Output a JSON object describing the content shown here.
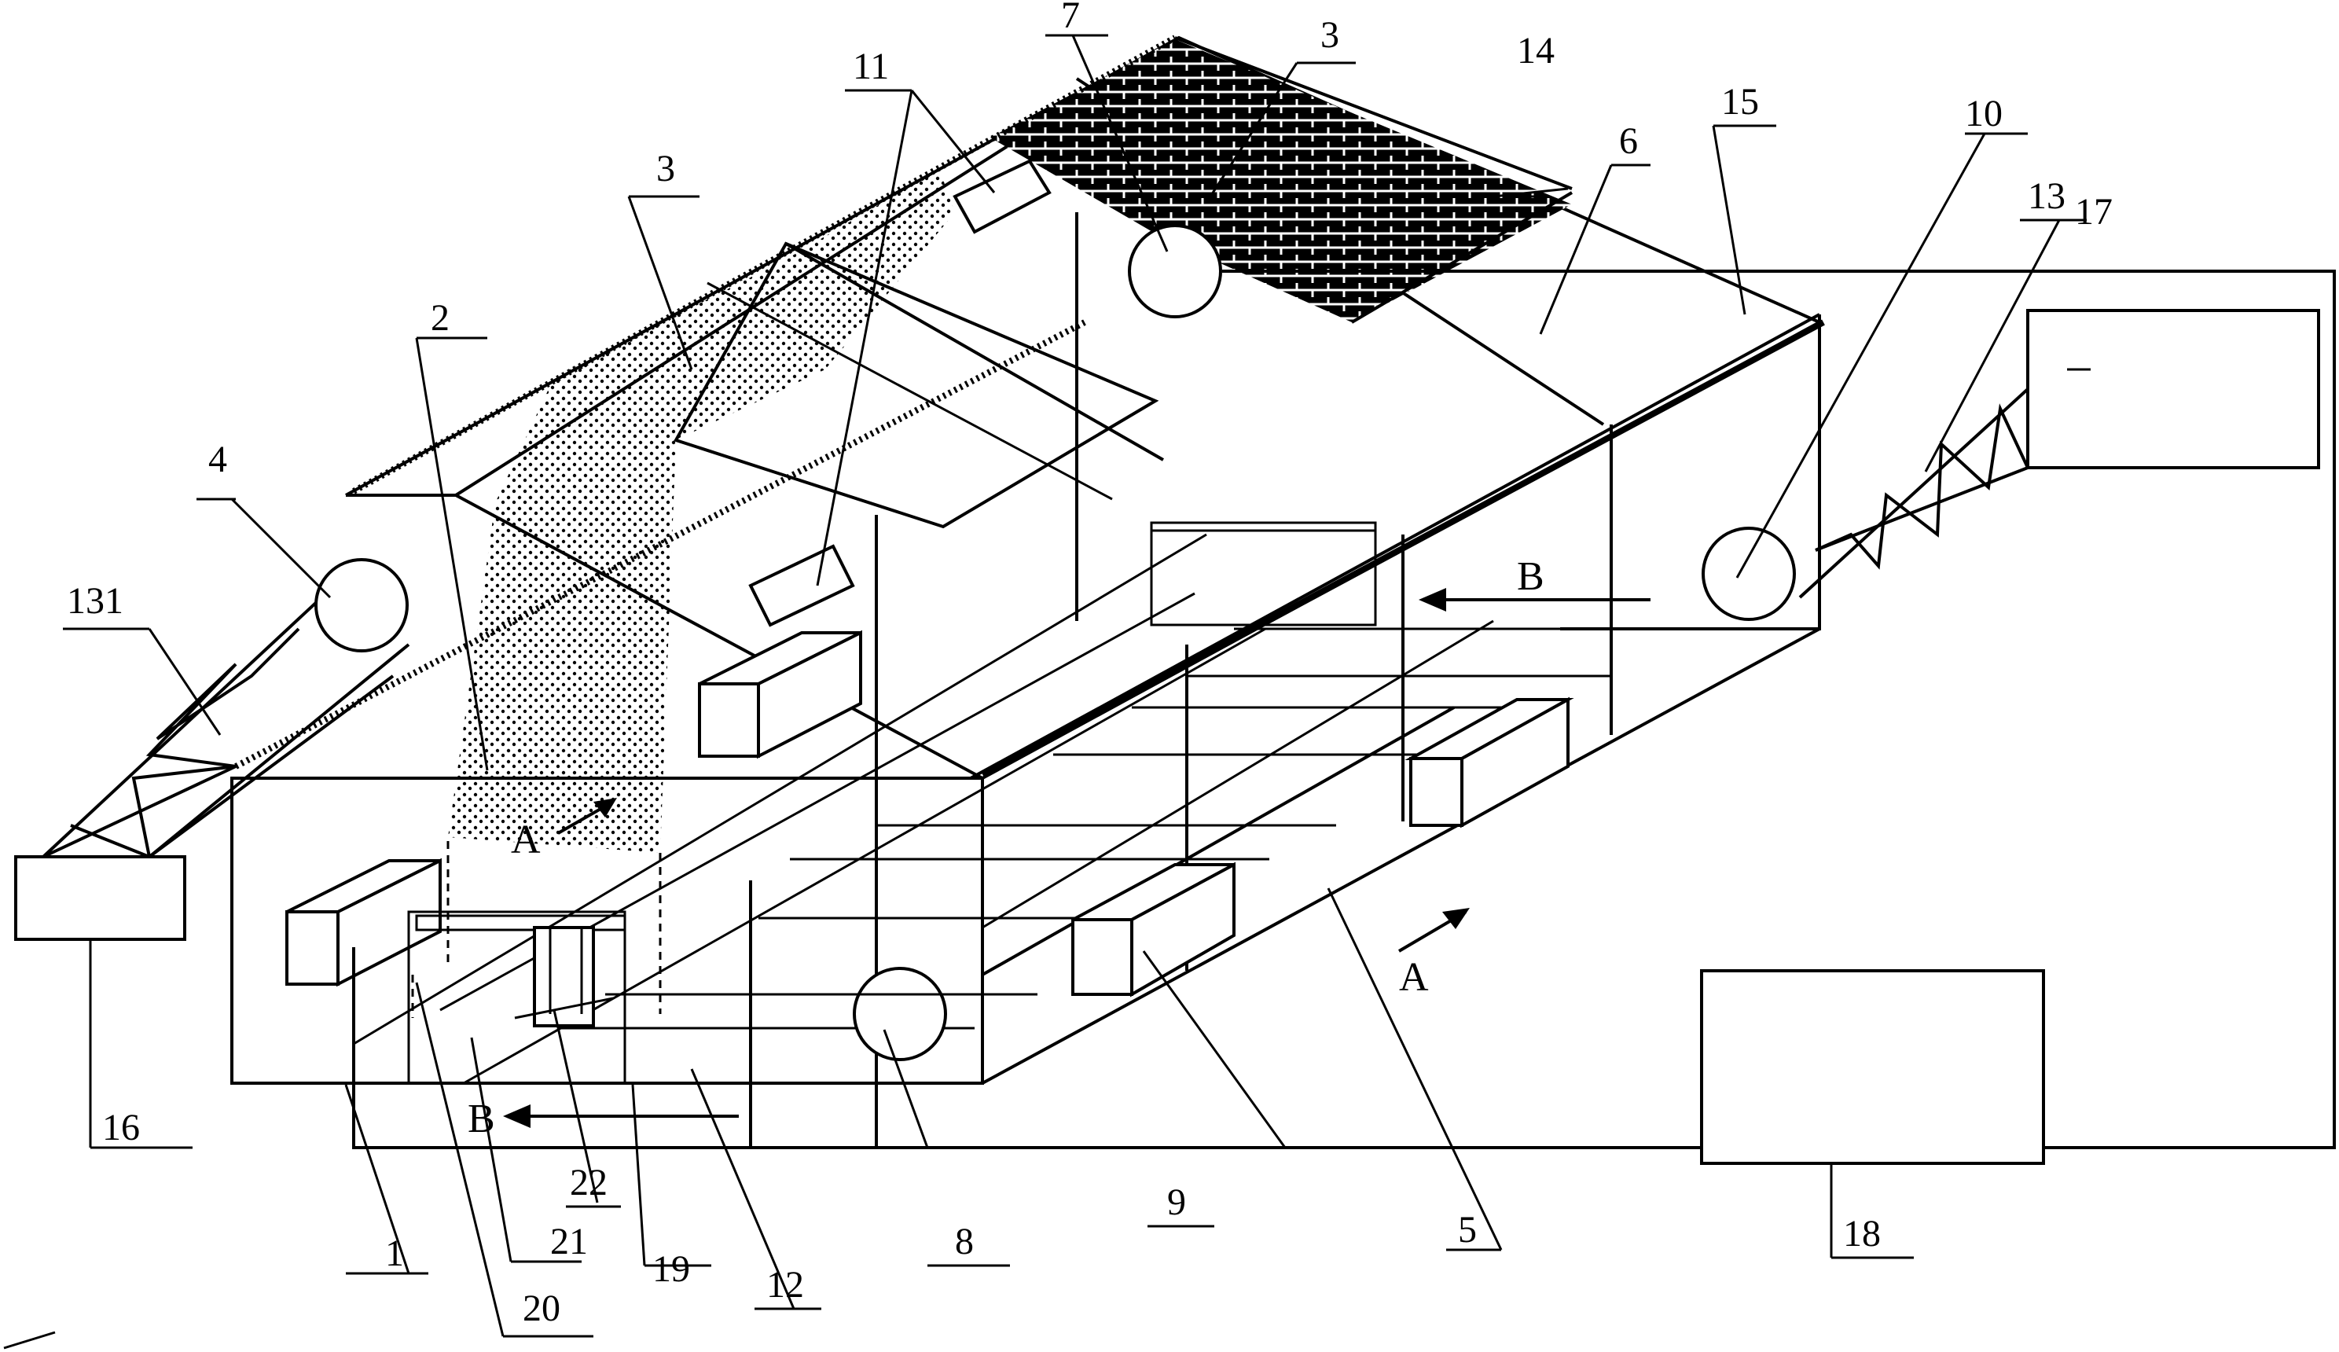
{
  "figure": {
    "callouts": {
      "c1": "1",
      "c2": "2",
      "c3a": "3",
      "c3b": "3",
      "c4": "4",
      "c5": "5",
      "c6": "6",
      "c7": "7",
      "c8": "8",
      "c9": "9",
      "c10": "10",
      "c11": "11",
      "c12": "12",
      "c13": "13",
      "c131": "131",
      "c14": "14",
      "c15": "15",
      "c16": "16",
      "c17": "17",
      "c18": "18",
      "c19": "19",
      "c20": "20",
      "c21": "21",
      "c22": "22"
    },
    "flow_labels": {
      "a_left": "A",
      "a_right": "A",
      "b_upper": "B",
      "b_lower": "B"
    }
  }
}
